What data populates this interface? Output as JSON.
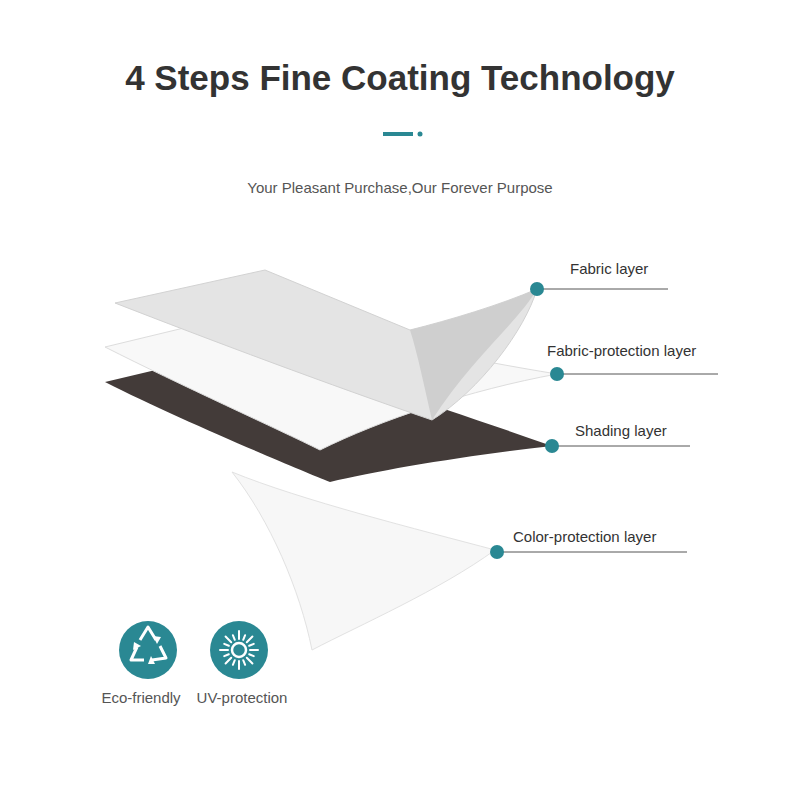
{
  "diagram": {
    "title": "4 Steps Fine Coating Technology",
    "labels": [
      "Your Pleasant Purchase,Our Forever Purpose",
      "Fabric layer",
      "Fabric-protection layer",
      "Shading layer",
      "Color-protection layer",
      "Eco-friendly",
      "UV-protection"
    ]
  }
}
